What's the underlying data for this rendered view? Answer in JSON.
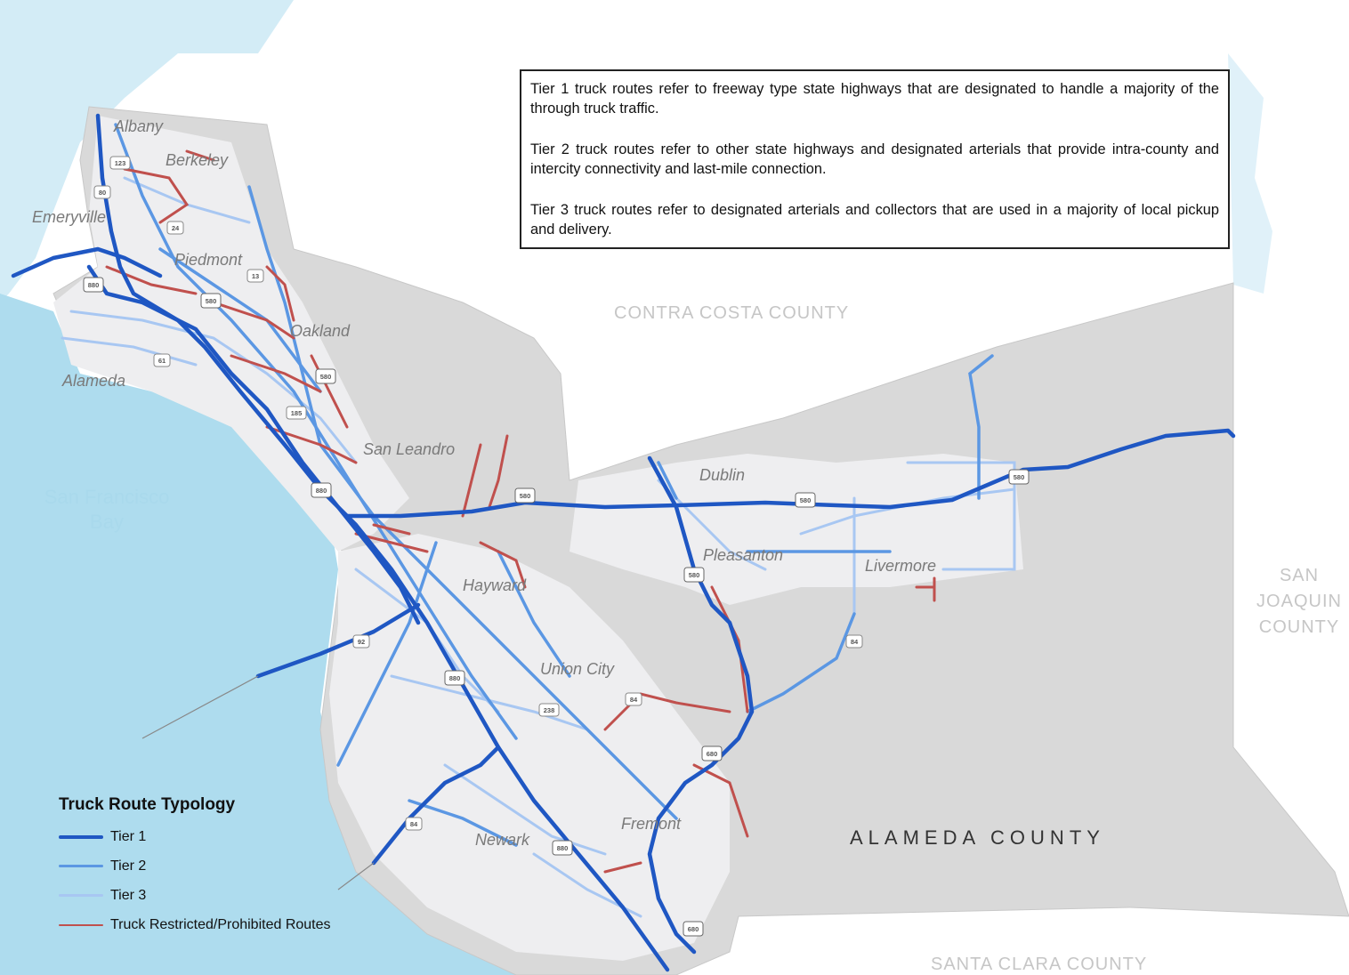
{
  "info_box": {
    "tier1": "Tier 1 truck routes refer to freeway type state highways that are designated to handle a majority of the through truck traffic.",
    "tier2": "Tier 2 truck routes refer to other state highways and designated arterials that provide intra-county and intercity connectivity and last-mile connection.",
    "tier3": "Tier 3 truck routes refer to designated arterials and collectors that are used in a majority of local pickup and delivery."
  },
  "legend": {
    "title": "Truck Route Typology",
    "items": [
      {
        "label": "Tier 1",
        "color": "#1f57c3"
      },
      {
        "label": "Tier 2",
        "color": "#5b97e3"
      },
      {
        "label": "Tier 3",
        "color": "#a8c7f2"
      },
      {
        "label": "Truck Restricted/Prohibited Routes",
        "color": "#c0504d"
      }
    ]
  },
  "cities": [
    "Albany",
    "Berkeley",
    "Emeryville",
    "Piedmont",
    "Oakland",
    "Alameda",
    "San Leandro",
    "Hayward",
    "Dublin",
    "Pleasanton",
    "Livermore",
    "Union City",
    "Fremont",
    "Newark"
  ],
  "counties": {
    "contra_costa": "CONTRA COSTA COUNTY",
    "alameda": "ALAMEDA COUNTY",
    "san_joaquin": [
      "SAN",
      "JOAQUIN",
      "COUNTY"
    ],
    "santa_clara": "SANTA CLARA COUNTY"
  },
  "water": {
    "bay": [
      "San Francisco",
      "Bay"
    ]
  },
  "shields": [
    "123",
    "80",
    "24",
    "13",
    "580",
    "880",
    "61",
    "580",
    "185",
    "880",
    "580",
    "580",
    "580",
    "580",
    "84",
    "92",
    "880",
    "238",
    "84",
    "680",
    "84",
    "880",
    "680"
  ],
  "colors": {
    "water": "#aedcee",
    "county_fill": "#d9d9d9",
    "urban": "#eeeef0",
    "tier1": "#1f57c3",
    "tier2": "#5b97e3",
    "tier3": "#a8c7f2",
    "restricted": "#c0504d"
  }
}
